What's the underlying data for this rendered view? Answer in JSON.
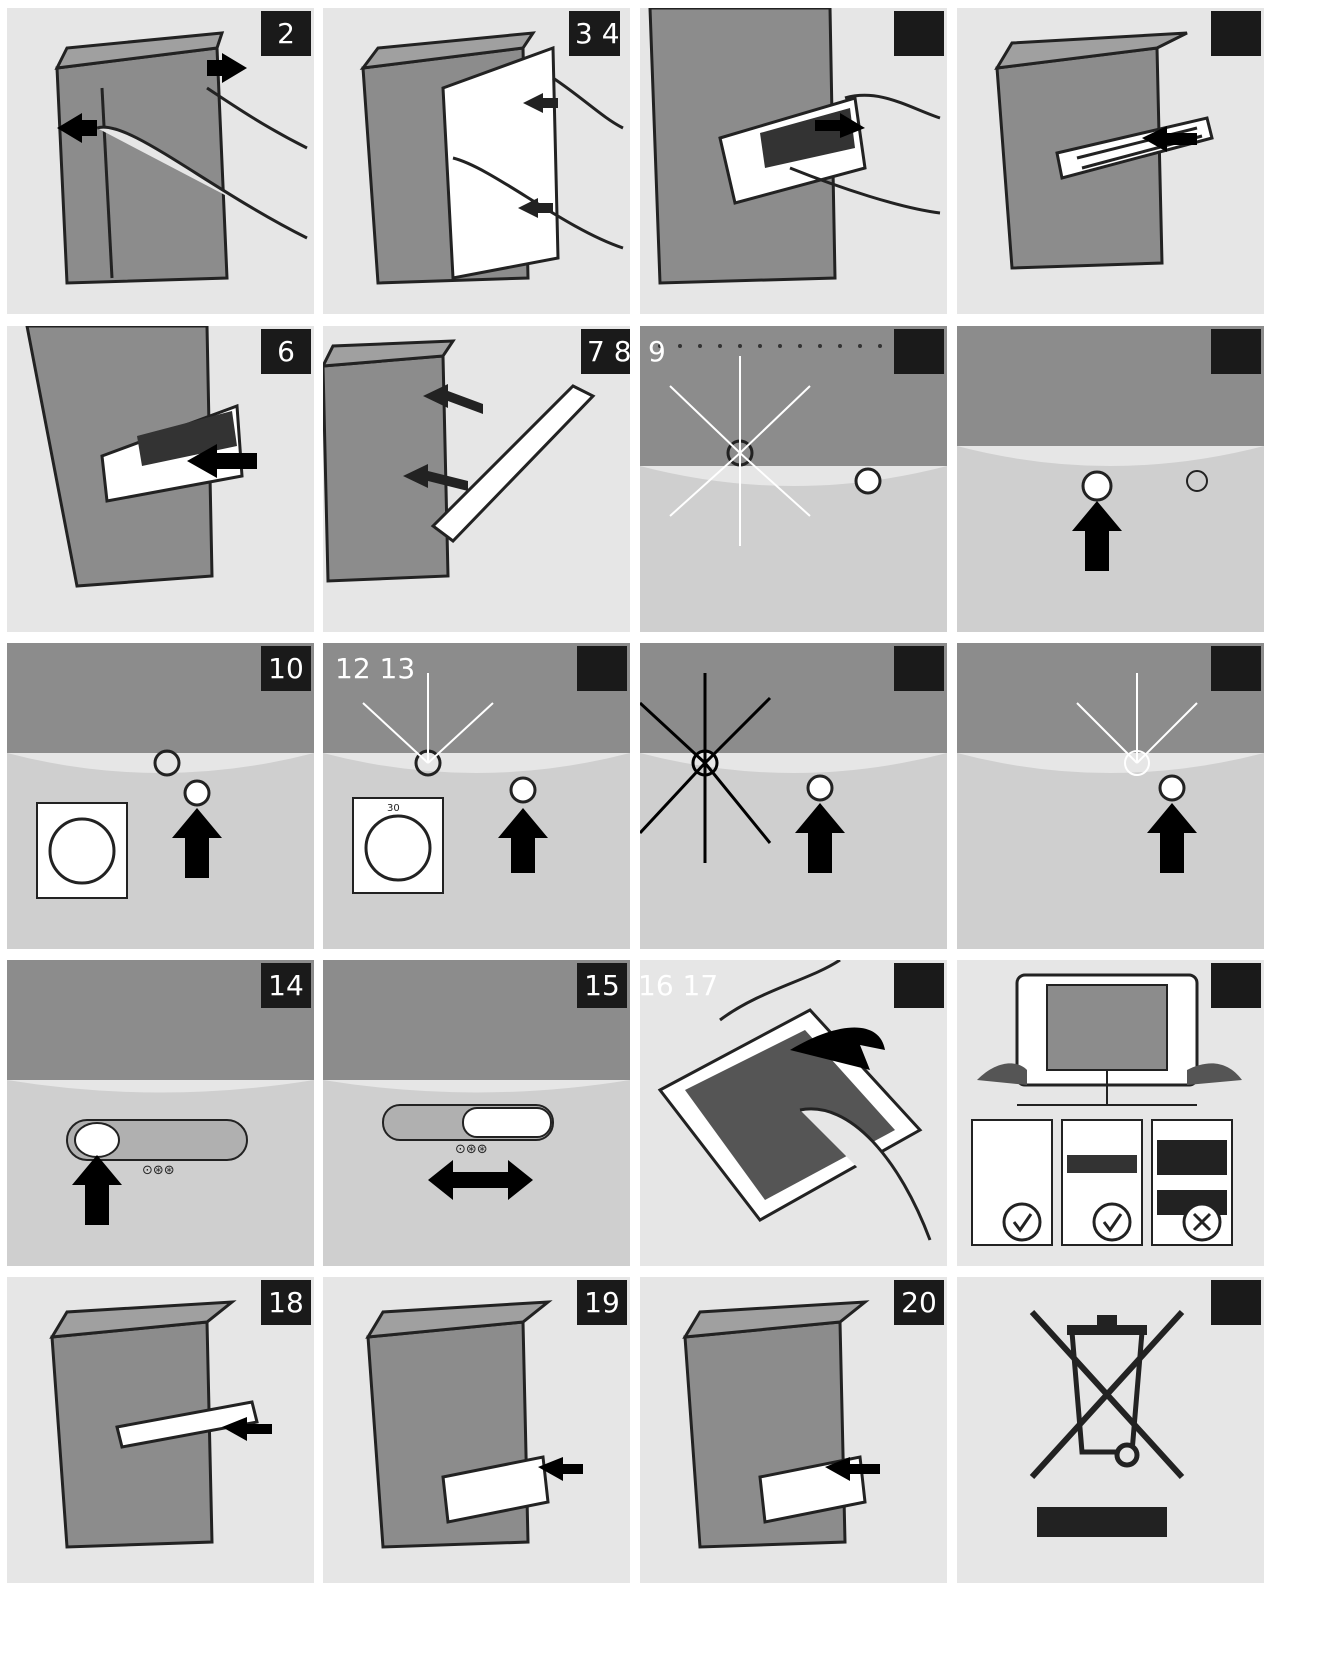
{
  "panels": [
    {
      "id": "p1",
      "label": "2"
    },
    {
      "id": "p2",
      "label": "3 4"
    },
    {
      "id": "p3",
      "label": ""
    },
    {
      "id": "p4",
      "label": ""
    },
    {
      "id": "p5",
      "label": "6"
    },
    {
      "id": "p6",
      "label": "7 8"
    },
    {
      "id": "p7",
      "label": "9"
    },
    {
      "id": "p8",
      "label": ""
    },
    {
      "id": "p9",
      "label": "10"
    },
    {
      "id": "p10",
      "label": "12 13"
    },
    {
      "id": "p11",
      "label": ""
    },
    {
      "id": "p12",
      "label": ""
    },
    {
      "id": "p13",
      "label": "14"
    },
    {
      "id": "p14",
      "label": "15"
    },
    {
      "id": "p15",
      "label": "16 17"
    },
    {
      "id": "p16",
      "label": ""
    },
    {
      "id": "p17",
      "label": "18"
    },
    {
      "id": "p18",
      "label": "19"
    },
    {
      "id": "p19",
      "label": "20"
    },
    {
      "id": "p20",
      "label": ""
    }
  ],
  "fan_timer_value": "30",
  "speed_symbols": "⊙⊛⊛",
  "colors": {
    "panel_bg": "#e6e6e6",
    "badge_bg": "#1a1a1a",
    "device": "#8c8c8c",
    "arrow": "#000000"
  }
}
